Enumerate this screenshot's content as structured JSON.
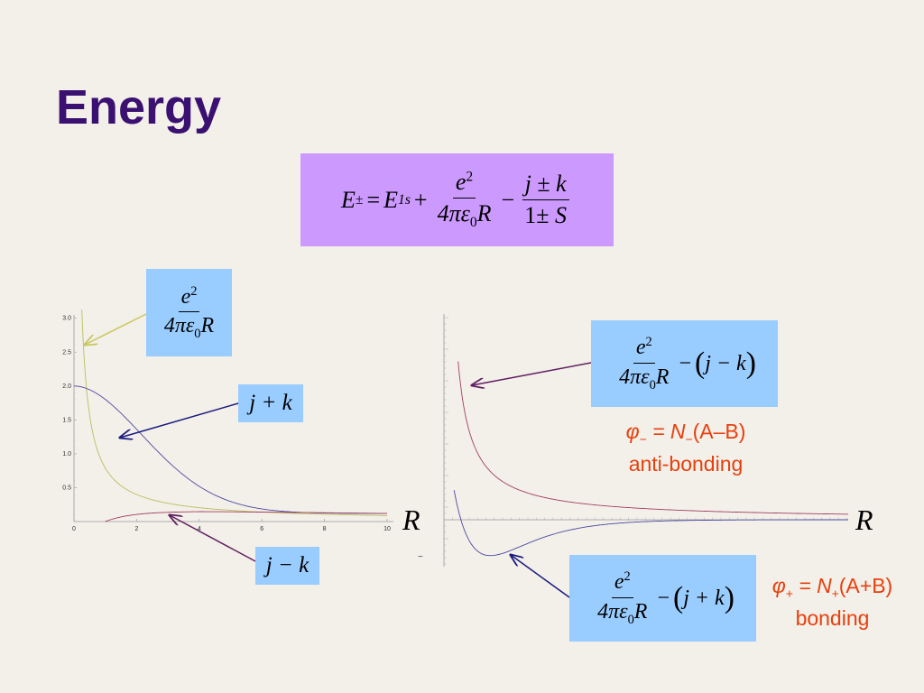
{
  "slide": {
    "title": "Energy",
    "axis_label_left": "R",
    "axis_label_right": "R"
  },
  "main_equation": {
    "lhs": "E",
    "lhs_sub": "±",
    "e1s": "E",
    "e1s_sub": "1s",
    "frac1_num": "e",
    "frac1_num_sup": "2",
    "frac1_den_a": "4πε",
    "frac1_den_sub": "0",
    "frac1_den_b": "R",
    "frac2_num": "j ± k",
    "frac2_den_a": "1±",
    "frac2_den_b": "S"
  },
  "box_coulomb": {
    "num": "e",
    "num_sup": "2",
    "den_a": "4πε",
    "den_sub": "0",
    "den_b": "R"
  },
  "box_jplusk": {
    "text": "j + k"
  },
  "box_jminusk": {
    "text": "j − k"
  },
  "box_antibonding": {
    "num": "e",
    "num_sup": "2",
    "den_a": "4πε",
    "den_sub": "0",
    "den_b": "R",
    "minus": "−",
    "inner": "j − k"
  },
  "box_bonding": {
    "num": "e",
    "num_sup": "2",
    "den_a": "4πε",
    "den_sub": "0",
    "den_b": "R",
    "minus": "−",
    "inner": "j + k"
  },
  "annotations": {
    "antibonding_phi": "φ",
    "antibonding_sub": "−",
    "antibonding_eq": " = N",
    "antibonding_eq_sub": "−",
    "antibonding_paren": "(A–B)",
    "antibonding_label": "anti-bonding",
    "bonding_phi": "φ",
    "bonding_sub": "+",
    "bonding_eq": " = N",
    "bonding_eq_sub": "+",
    "bonding_paren": "(A+B)",
    "bonding_label": "bonding"
  },
  "colors": {
    "title": "#3a1070",
    "annotation": "#e8400c",
    "coulomb_curve": "#b8c060",
    "jplusk_curve": "#4a4aa0",
    "jminusk_curve": "#a04060",
    "antibonding_curve": "#a04060",
    "bonding_curve": "#4a4aa0"
  },
  "chart_data": [
    {
      "type": "line",
      "x_ticks": [
        "0",
        "2",
        "4",
        "6",
        "8",
        "10"
      ],
      "y_ticks": [
        "0.5",
        "1.0",
        "1.5",
        "2.0",
        "2.5",
        "3.0"
      ],
      "xlim": [
        0,
        10
      ],
      "ylim": [
        0,
        3
      ],
      "series": [
        {
          "function": "1/R"
        },
        {
          "function": "j+k"
        },
        {
          "function": "j-k"
        }
      ]
    },
    {
      "type": "line",
      "series": [
        {
          "function": "antibonding"
        },
        {
          "function": "bonding"
        }
      ]
    }
  ]
}
